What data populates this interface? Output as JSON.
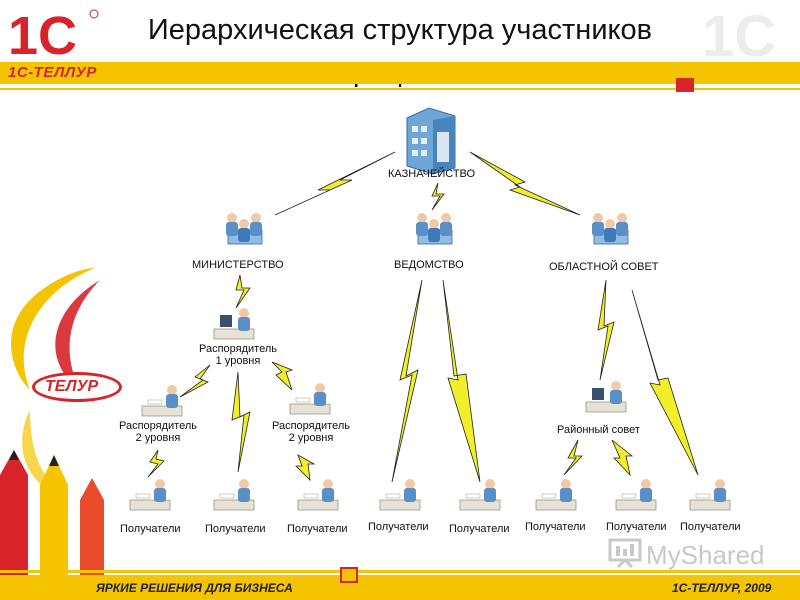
{
  "title": {
    "line1": "Иерархическая структура участников",
    "line2": "процесса"
  },
  "brand": {
    "label": "1С-ТЕЛЛУР",
    "logo_text": "1С",
    "partner_logo_text": "ТЕЛУР"
  },
  "nodes": {
    "treasury": "КАЗНАЧЕЙСТВО",
    "ministry": "МИНИСТЕРСТВО",
    "agency": "ВЕДОМСТВО",
    "regional_council": "ОБЛАСТНОЙ СОВЕТ",
    "manager_l1_a": "Распорядитель",
    "manager_l1_b": "1 уровня",
    "manager_l2_left_a": "Распорядитель",
    "manager_l2_left_b": "2 уровня",
    "manager_l2_right_a": "Распорядитель",
    "manager_l2_right_b": "2 уровня",
    "district_council": "Районный совет"
  },
  "recipients": [
    "Получатели",
    "Получатели",
    "Получатели",
    "Получатели",
    "Получатели",
    "Получатели",
    "Получатели",
    "Получатели"
  ],
  "footer": {
    "slogan": "ЯРКИЕ РЕШЕНИЯ ДЛЯ БИЗНЕСА",
    "company_year": "1С-ТЕЛЛУР, 2009"
  },
  "watermark": "MyShared",
  "colors": {
    "accent_red": "#d8232a",
    "accent_yellow": "#f5c400",
    "bolt_yellow": "#f2ef2a",
    "figure_blue": "#5b8fc8"
  }
}
